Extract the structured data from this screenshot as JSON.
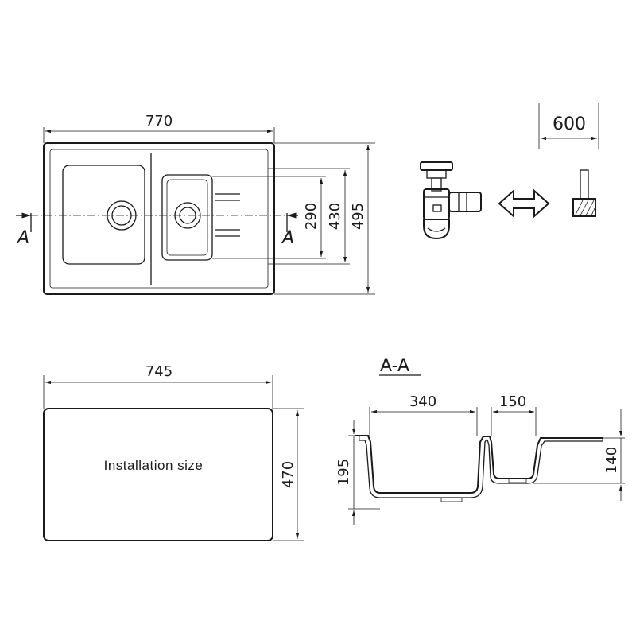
{
  "top_view": {
    "width": "770",
    "depth_outer": "495",
    "depth_mid": "430",
    "depth_inner": "290",
    "section_left": "A",
    "section_right": "A"
  },
  "siphon": {
    "min_cabinet": "600"
  },
  "installation": {
    "width": "745",
    "depth": "470",
    "label": "Installation size"
  },
  "section": {
    "title": "A-A",
    "big_bowl_width": "340",
    "small_bowl_width": "150",
    "big_bowl_depth": "195",
    "small_bowl_depth": "140"
  }
}
